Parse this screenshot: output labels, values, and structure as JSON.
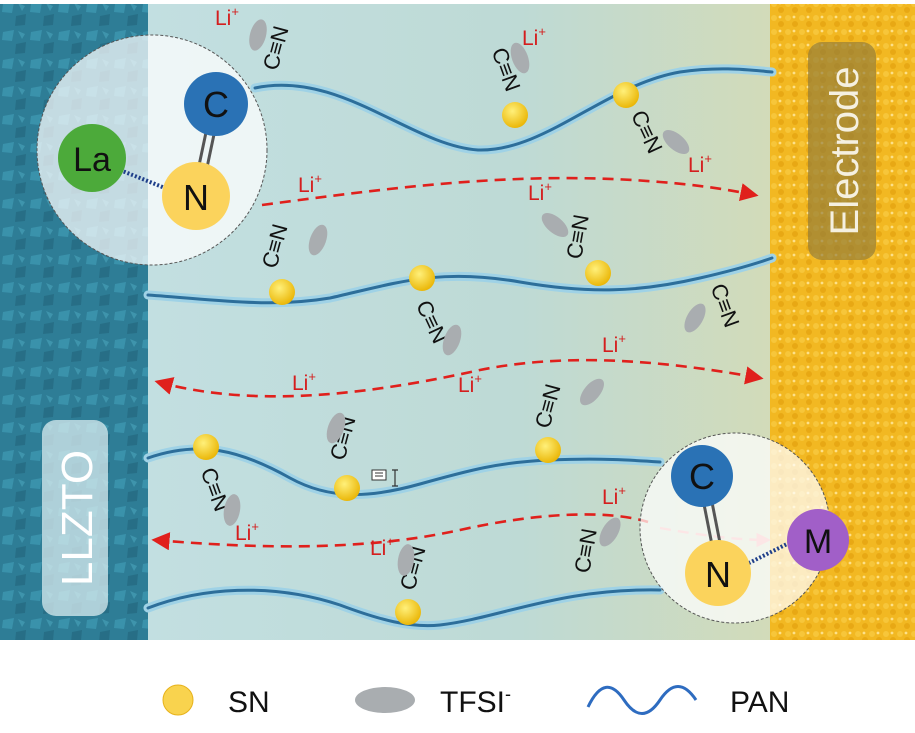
{
  "labels": {
    "llzto": "LLZTO",
    "electrode": "Electrode",
    "li_ion": "Li",
    "li_charge": "+",
    "nitrile": "C≡N"
  },
  "insets": {
    "top_left": {
      "top_atom": "C",
      "bottom_atom": "N",
      "partner_atom": "La"
    },
    "bottom_right": {
      "top_atom": "C",
      "bottom_atom": "N",
      "partner_atom": "M"
    }
  },
  "legend": [
    {
      "label": "SN",
      "superscript": "",
      "marker": "yellow-circle"
    },
    {
      "label": "TFSI",
      "superscript": "-",
      "marker": "gray-ellipse"
    },
    {
      "label": "PAN",
      "superscript": "",
      "marker": "blue-wave"
    }
  ],
  "colors": {
    "llzto": "#2e7d96",
    "electrode": "#f2b822",
    "electrolyte": "#c8e0e0",
    "chain": "#2d6e9a",
    "chain_halo": "#9fd2e6",
    "li_text": "#d41e1e",
    "arrow": "#e0201c",
    "sn": "#f2c418",
    "tfsi": "#a9adb0",
    "atom_c": "#2a72b5",
    "atom_n": "#fbd35c",
    "atom_la": "#4caa3a",
    "atom_m": "#a15fc8"
  }
}
